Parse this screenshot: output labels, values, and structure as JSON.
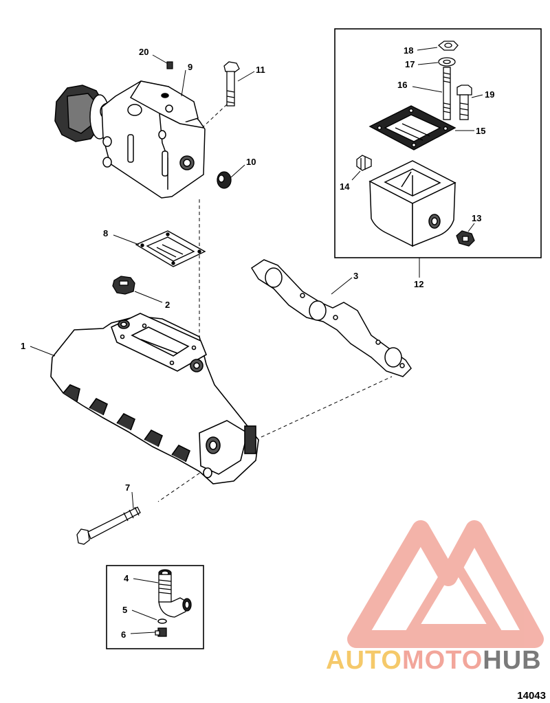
{
  "figure_number": "14043",
  "watermark": {
    "brand_part1": "AUTO",
    "brand_part2": "MOTO",
    "brand_part3": "HUB",
    "colors": {
      "triangle": "#f2a69b",
      "auto": "#f5c96a",
      "moto": "#f2a69b",
      "hub": "#7a7a7a"
    }
  },
  "callouts": {
    "c1": "1",
    "c2": "2",
    "c3": "3",
    "c4": "4",
    "c5": "5",
    "c6": "6",
    "c7": "7",
    "c8": "8",
    "c9": "9",
    "c10": "10",
    "c11": "11",
    "c12": "12",
    "c13": "13",
    "c14": "14",
    "c15": "15",
    "c16": "16",
    "c17": "17",
    "c18": "18",
    "c19": "19",
    "c20": "20"
  }
}
